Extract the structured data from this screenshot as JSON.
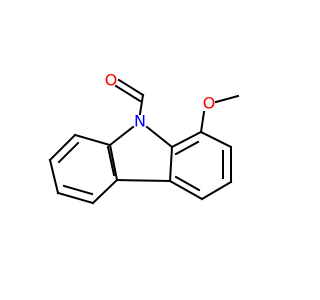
{
  "molecule": {
    "atoms": {
      "carbonyl_oxygen": {
        "symbol": "O",
        "color": "#ff0000"
      },
      "methoxy_oxygen": {
        "symbol": "O",
        "color": "#ff0000"
      },
      "ring_nitrogen": {
        "symbol": "N",
        "color": "#0000ff"
      }
    },
    "bond_color": "#000000"
  }
}
